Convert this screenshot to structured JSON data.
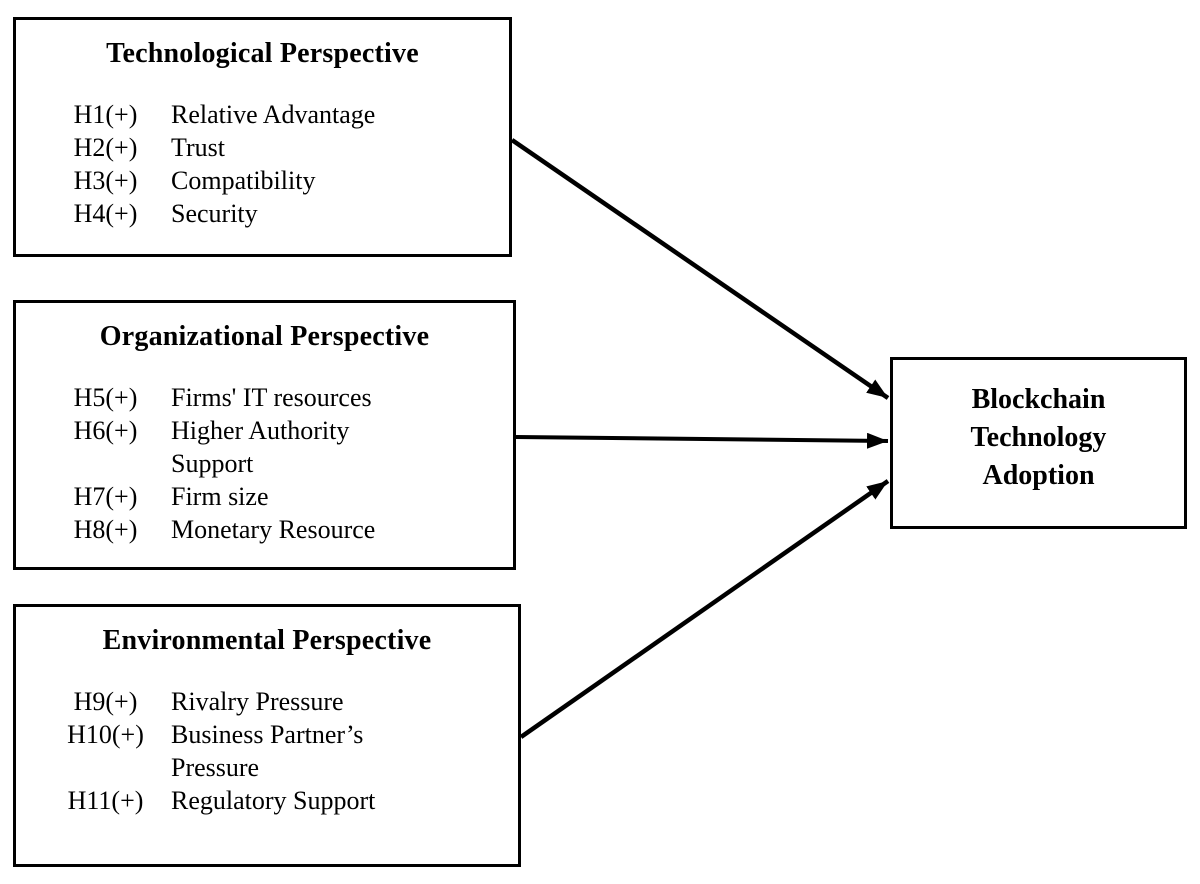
{
  "diagram": {
    "colors": {
      "line": "#000000",
      "background": "#ffffff",
      "text": "#000000"
    },
    "boxes": [
      {
        "id": "technological",
        "title": "Technological Perspective",
        "items": [
          {
            "code": "H1(+)",
            "label": "Relative Advantage"
          },
          {
            "code": "H2(+)",
            "label": "Trust"
          },
          {
            "code": "H3(+)",
            "label": "Compatibility"
          },
          {
            "code": "H4(+)",
            "label": "Security"
          }
        ]
      },
      {
        "id": "organizational",
        "title": "Organizational Perspective",
        "items": [
          {
            "code": "H5(+)",
            "label": "Firms' IT resources"
          },
          {
            "code": "H6(+)",
            "label": "Higher Authority\nSupport"
          },
          {
            "code": "H7(+)",
            "label": "Firm size"
          },
          {
            "code": "H8(+)",
            "label": "Monetary Resource"
          }
        ]
      },
      {
        "id": "environmental",
        "title": "Environmental Perspective",
        "items": [
          {
            "code": "H9(+)",
            "label": "Rivalry Pressure"
          },
          {
            "code": "H10(+)",
            "label": "Business Partner’s\nPressure"
          },
          {
            "code": "H11(+)",
            "label": "Regulatory Support"
          }
        ]
      }
    ],
    "outcome": {
      "id": "adoption",
      "title": "Blockchain\nTechnology\nAdoption"
    },
    "edges": [
      {
        "from": "technological",
        "to": "adoption"
      },
      {
        "from": "organizational",
        "to": "adoption"
      },
      {
        "from": "environmental",
        "to": "adoption"
      }
    ]
  }
}
